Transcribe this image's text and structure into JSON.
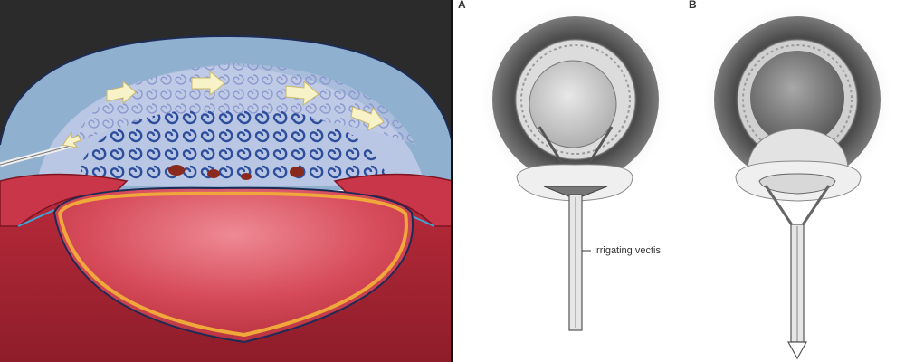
{
  "figure": {
    "panel_a_letter": "A",
    "panel_b_letter": "B",
    "callout_label": "Irrigating vectis"
  },
  "colors": {
    "background_dark": "#2b2b2b",
    "cornea": "#8fb0cf",
    "viscoelastic_light": "#c8cfe8",
    "viscoelastic_dark": "#2e4e9c",
    "lens": "#d64a5a",
    "capsule_edge": "#f0a83a",
    "iris": "#c9364a",
    "arrows": "#f7f2c8"
  }
}
